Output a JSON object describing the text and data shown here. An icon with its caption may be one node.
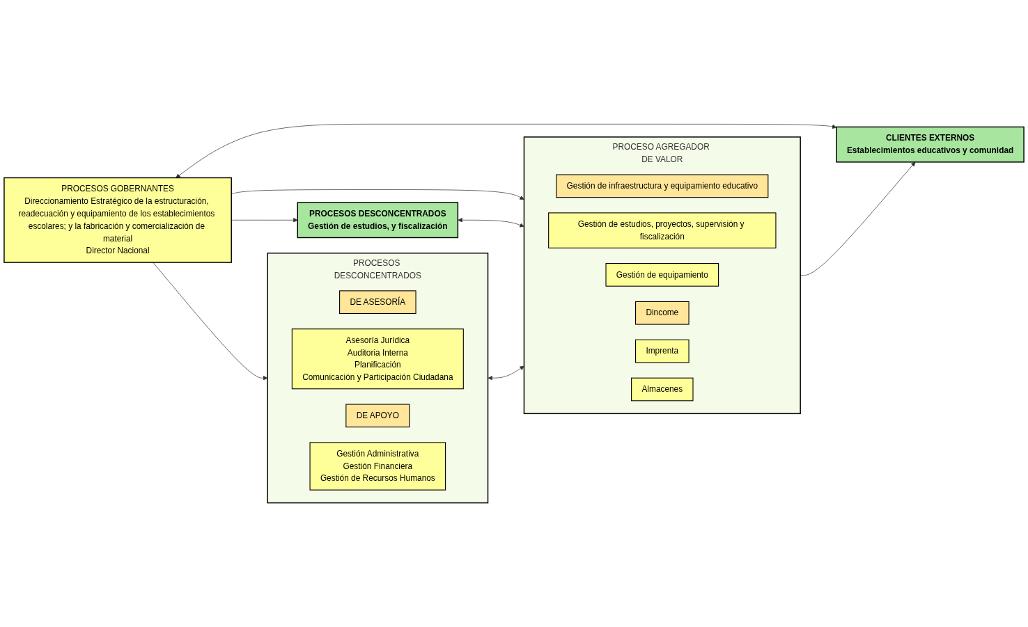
{
  "diagram": {
    "nodes": [
      {
        "text": [
          "CLIENTES EXTERNOS",
          "Establecimientos educativos y comunidad"
        ]
      },
      {
        "text": [
          "PROCESO AGREGADOR DE VALOR"
        ]
      },
      {
        "text": [
          "Gestión de infraestructura y equipamiento educativo"
        ],
        "in": 1
      },
      {
        "text": [
          "Gestión de estudios, proyectos, supervisión y fiscalización"
        ],
        "in": 1
      },
      {
        "text": [
          "Gestión de equipamiento"
        ],
        "in": 1
      },
      {
        "text": [
          "Dincome"
        ],
        "in": 1
      },
      {
        "text": [
          "Imprenta"
        ],
        "in": 1
      },
      {
        "text": [
          "Almacenes"
        ],
        "in": 1
      },
      {
        "text": [
          "PROCESOS GOBERNANTES",
          "Direccionamiento Estratégico de la estructuración, readecuación y equipamiento de los establecimientos escolares; y la fabricación y comercialización de material",
          "Director Nacional"
        ]
      },
      {
        "text": [
          "PROCESOS DESCONCENTRADOS",
          "Gestión de estudios, y fiscalización"
        ]
      },
      {
        "text": [
          "PROCESOS DESCONCENTRADOS"
        ]
      },
      {
        "text": [
          "DE ASESORÍA"
        ],
        "in": 10
      },
      {
        "text": [
          "Asesoría Jurídica",
          "Auditoria Interna",
          "Planificación",
          "Comunicación y Participación Ciudadana"
        ],
        "in": 10
      },
      {
        "text": [
          "DE APOYO"
        ],
        "in": 10
      },
      {
        "text": [
          "Gestión Administrativa",
          "Gestión Financiera",
          "Gestión de Recursos Humanos"
        ],
        "in": 10
      }
    ],
    "edges": [
      {
        "from": 8,
        "to": 0,
        "arrow": "both"
      },
      {
        "from": 8,
        "to": 1,
        "arrow": "to"
      },
      {
        "from": 8,
        "to": 9,
        "arrow": "to"
      },
      {
        "from": 8,
        "to": 10,
        "arrow": "to"
      },
      {
        "from": 1,
        "to": 0,
        "arrow": "to"
      },
      {
        "from": 9,
        "to": 1,
        "arrow": "both"
      },
      {
        "from": 10,
        "to": 1,
        "arrow": "both"
      }
    ]
  }
}
